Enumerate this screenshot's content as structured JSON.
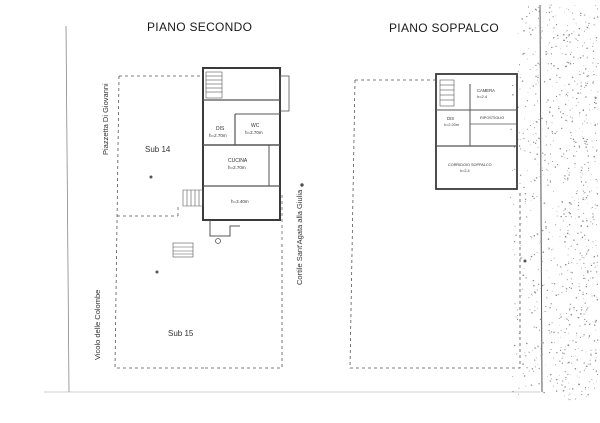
{
  "plans": {
    "left_title": "PIANO SECONDO",
    "right_title": "PIANO SOPPALCO"
  },
  "labels": {
    "piazzetta": "Piazzetta Di Giovanni",
    "vicolo": "Vicolo delle Colombe",
    "cortile": "Cortile Sant'Agata alla Giulia",
    "sub14": "Sub 14",
    "sub15": "Sub 15",
    "dis": "DIS",
    "dis_h": "h=2.70m",
    "wc": "WC",
    "wc_h": "h=2.70m",
    "cucina": "CUCINA",
    "cucina_h": "h=2.70m",
    "room3_h": "h=3.40m",
    "soppalco_camera": "CAMERA",
    "soppalco_camera_h": "h=2.4",
    "soppalco_ripost": "RIPOSTIGLIO",
    "soppalco_dis": "DIS",
    "soppalco_dis_h": "h=2.20m",
    "soppalco_lower": "CORRIDOIO SOPPALCO",
    "soppalco_lower_h": "h=2.4"
  },
  "colors": {
    "line": "#444444",
    "dash": "#666666",
    "speckle": "#8a8a8a"
  }
}
